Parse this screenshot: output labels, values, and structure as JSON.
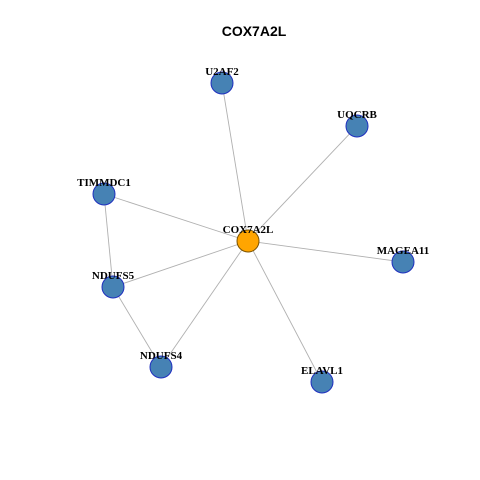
{
  "title": "COX7A2L",
  "colors": {
    "hub_fill": "#FFA500",
    "node_fill": "#4682B4",
    "node_border": "#1f2fbf",
    "edge": "#b0b0b0"
  },
  "nodes": [
    {
      "id": "COX7A2L",
      "label": "COX7A2L",
      "hub": true
    },
    {
      "id": "U2AF2",
      "label": "U2AF2",
      "hub": false
    },
    {
      "id": "UQCRB",
      "label": "UQCRB",
      "hub": false
    },
    {
      "id": "TIMMDC1",
      "label": "TIMMDC1",
      "hub": false
    },
    {
      "id": "MAGEA11",
      "label": "MAGEA11",
      "hub": false
    },
    {
      "id": "NDUFS5",
      "label": "NDUFS5",
      "hub": false
    },
    {
      "id": "NDUFS4",
      "label": "NDUFS4",
      "hub": false
    },
    {
      "id": "ELAVL1",
      "label": "ELAVL1",
      "hub": false
    }
  ],
  "edges": [
    [
      "COX7A2L",
      "U2AF2"
    ],
    [
      "COX7A2L",
      "UQCRB"
    ],
    [
      "COX7A2L",
      "TIMMDC1"
    ],
    [
      "COX7A2L",
      "MAGEA11"
    ],
    [
      "COX7A2L",
      "NDUFS5"
    ],
    [
      "COX7A2L",
      "NDUFS4"
    ],
    [
      "COX7A2L",
      "ELAVL1"
    ],
    [
      "TIMMDC1",
      "NDUFS5"
    ],
    [
      "NDUFS5",
      "NDUFS4"
    ]
  ]
}
